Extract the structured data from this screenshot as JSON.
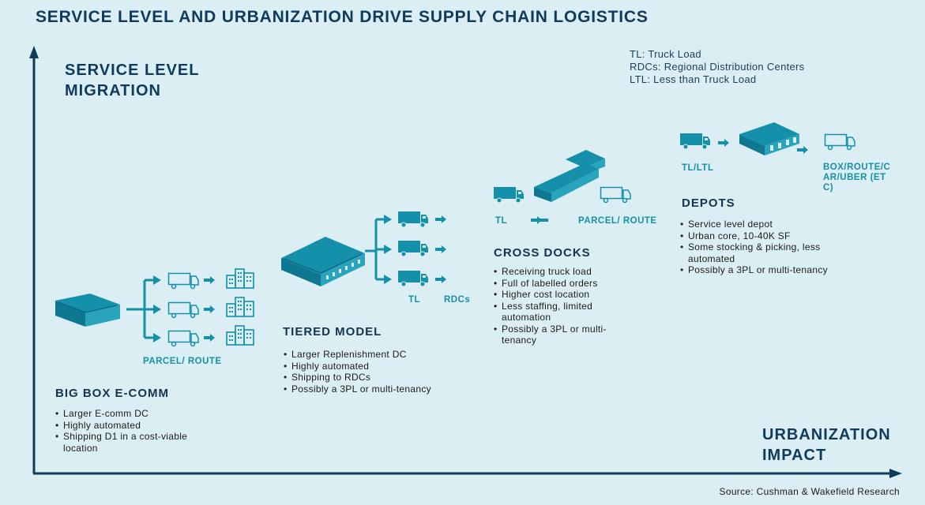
{
  "title": "SERVICE LEVEL AND URBANIZATION DRIVE SUPPLY CHAIN LOGISTICS",
  "y_axis_label": [
    "SERVICE LEVEL",
    "MIGRATION"
  ],
  "x_axis_label": [
    "URBANIZATION",
    "IMPACT"
  ],
  "legend": [
    "TL: Truck Load",
    "RDCs: Regional Distribution  Centers",
    "LTL: Less than Truck Load"
  ],
  "stages": {
    "big_box": {
      "heading": "BIG BOX E-COMM",
      "route_label": "PARCEL/ ROUTE",
      "bullets": [
        "Larger E-comm DC",
        "Highly automated",
        "Shipping D1 in a cost-viable location"
      ]
    },
    "tiered": {
      "heading": "TIERED MODEL",
      "label_tl": "TL",
      "label_rdcs": "RDCs",
      "bullets": [
        "Larger Replenishment DC",
        "Highly automated",
        "Shipping to RDCs",
        "Possibly a 3PL or multi-tenancy"
      ]
    },
    "cross_docks": {
      "heading": "CROSS DOCKS",
      "label_tl": "TL",
      "route_label": "PARCEL/ ROUTE",
      "bullets": [
        "Receiving truck load",
        "Full of labelled  orders",
        "Higher cost location",
        "Less staffing, limited automation",
        "Possibly a 3PL or multi-tenancy"
      ]
    },
    "depots": {
      "heading": "DEPOTS",
      "label_in": "TL/LTL",
      "label_out": "BOX/ROUTE/CAR/UBER (ETC)",
      "bullets": [
        "Service level depot",
        "Urban core, 10-40K SF",
        "Some stocking & picking, less automated",
        "Possibly a 3PL or multi-tenancy"
      ]
    }
  },
  "source": "Source: Cushman & Wakefield Research",
  "colors": {
    "navy": "#0f3a5c",
    "teal": "#1590aa",
    "background": "#dbeef3"
  }
}
